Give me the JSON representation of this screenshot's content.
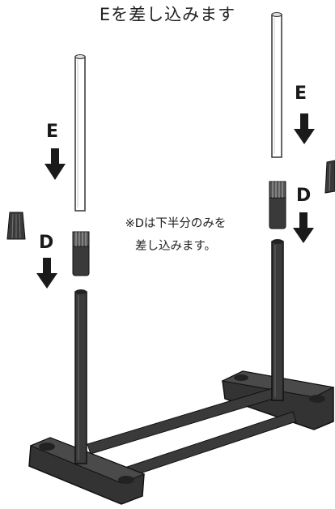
{
  "caption": "Eを差し込みます",
  "labels": {
    "e_left": "E",
    "e_right": "E",
    "d_left": "D",
    "d_right": "D"
  },
  "note": {
    "line1": "※Dは下半分のみを",
    "line2": "差し込みます。"
  },
  "colors": {
    "frame": "#3a3a3a",
    "frame_dark": "#222222",
    "pole_fill": "#ffffff",
    "pole_stroke": "#333333",
    "arrow": "#1a1a1a"
  }
}
